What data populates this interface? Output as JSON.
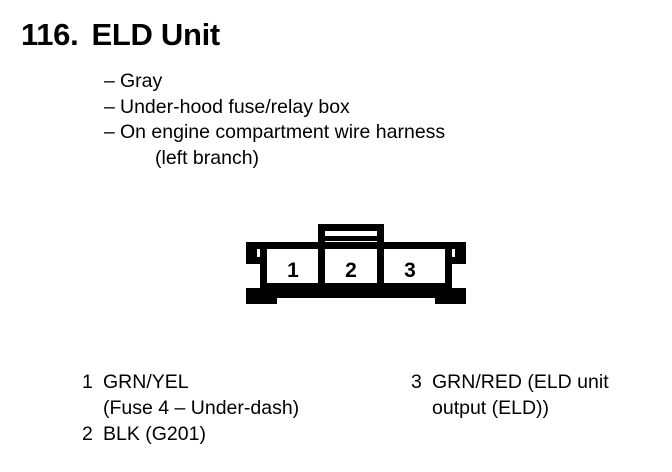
{
  "page": {
    "background_color": "#ffffff",
    "ink_color": "#000000"
  },
  "header": {
    "number": "116.",
    "title": "ELD Unit"
  },
  "description": {
    "bullet_marker": "–",
    "items": [
      {
        "text": "Gray",
        "continuation": ""
      },
      {
        "text": "Under-hood fuse/relay box",
        "continuation": ""
      },
      {
        "text": "On engine compartment wire harness",
        "continuation": "(left branch)"
      }
    ]
  },
  "connector": {
    "label": "3-cavity connector",
    "cavity_labels": [
      "1",
      "2",
      "3"
    ],
    "lock_tab": {
      "name": "locking-tab",
      "ridges": 2
    }
  },
  "legend": {
    "left_column": [
      {
        "pin": "1",
        "text": "GRN/YEL",
        "continuation": "(Fuse 4 – Under-dash)"
      },
      {
        "pin": "2",
        "text": "BLK (G201)",
        "continuation": ""
      }
    ],
    "right_column": [
      {
        "pin": "3",
        "text": "GRN/RED (ELD unit",
        "continuation": "output (ELD))"
      }
    ]
  }
}
